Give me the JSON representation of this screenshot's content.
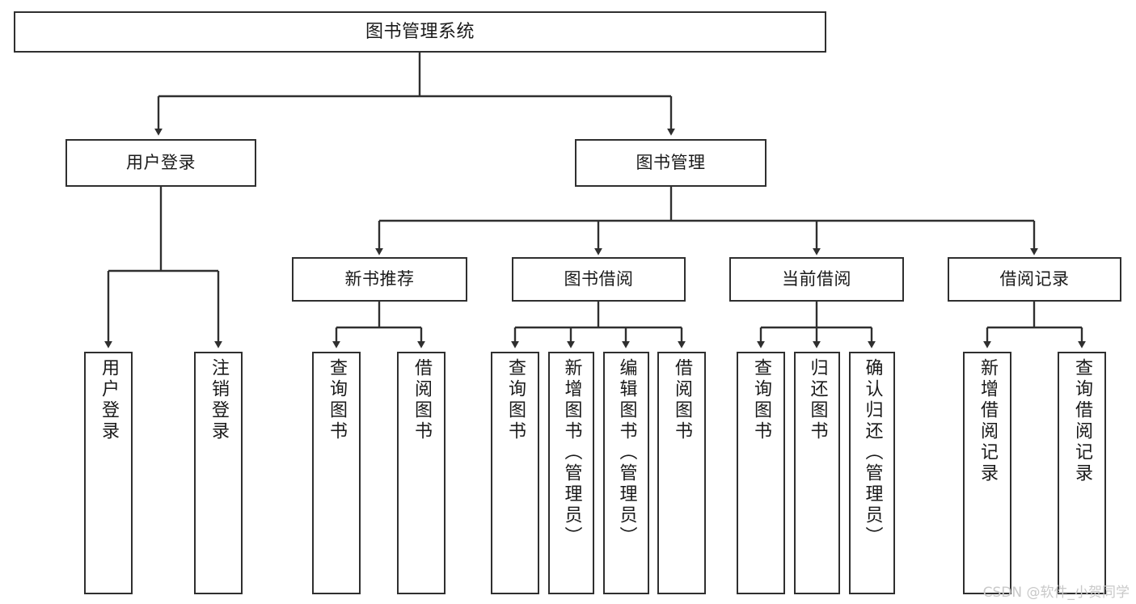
{
  "diagram": {
    "type": "tree",
    "title": "图书管理系统",
    "orientation": "top-down",
    "colors": {
      "background": "#ffffff",
      "box_border": "#2f2f2f",
      "box_fill": "#ffffff",
      "connector": "#2f2f2f",
      "text": "#1a1a1a",
      "watermark": "#c9c9c9"
    },
    "nodes": {
      "root": {
        "label": "图书管理系统"
      },
      "level2": [
        {
          "label": "用户登录"
        },
        {
          "label": "图书管理"
        }
      ],
      "level3": [
        {
          "label": "新书推荐"
        },
        {
          "label": "图书借阅"
        },
        {
          "label": "当前借阅"
        },
        {
          "label": "借阅记录"
        }
      ],
      "leaves": {
        "user_login": [
          {
            "label": "用户登录"
          },
          {
            "label": "注销登录"
          }
        ],
        "new_book_rec": [
          {
            "label": "查询图书"
          },
          {
            "label": "借阅图书"
          }
        ],
        "book_borrow": [
          {
            "label": "查询图书"
          },
          {
            "label": "新增图书（管理员）"
          },
          {
            "label": "编辑图书（管理员）"
          },
          {
            "label": "借阅图书"
          }
        ],
        "current_borrow": [
          {
            "label": "查询图书"
          },
          {
            "label": "归还图书"
          },
          {
            "label": "确认归还（管理员）"
          }
        ],
        "borrow_record": [
          {
            "label": "新增借阅记录"
          },
          {
            "label": "查询借阅记录"
          }
        ]
      }
    }
  },
  "watermark": {
    "text": "CSDN @软件_小贺同学"
  }
}
